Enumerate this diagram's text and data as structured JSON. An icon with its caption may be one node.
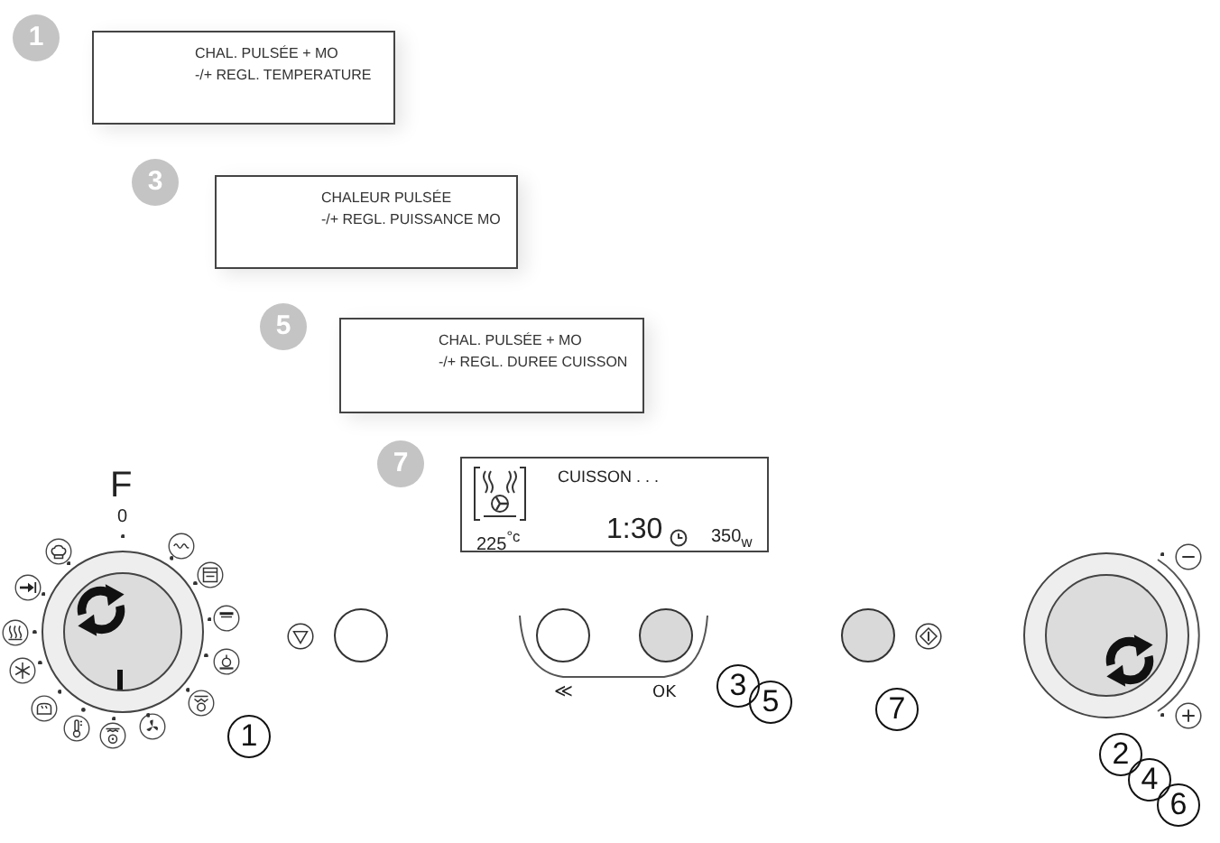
{
  "diagram": {
    "nodes": [
      {
        "text": [
          "1"
        ]
      },
      {
        "text": [
          "CHAL. PULSÉE + MO",
          "-/+ REGL. TEMPERATURE"
        ]
      },
      {
        "text": [
          "3"
        ]
      },
      {
        "text": [
          "CHALEUR PULSÉE",
          "-/+ REGL. PUISSANCE MO"
        ]
      },
      {
        "text": [
          "5"
        ]
      },
      {
        "text": [
          "CHAL. PULSÉE + MO",
          "-/+ REGL. DUREE CUISSON"
        ]
      },
      {
        "text": [
          "7"
        ]
      },
      {
        "text": [
          "CUISSON . . .",
          "225$^{°c}$",
          "1:30",
          "350$_{w}$"
        ]
      },
      {
        "text": [],
        "shape": "circle"
      },
      {
        "text": [],
        "shape": "circle"
      },
      {
        "text": [],
        "shape": "circle"
      },
      {
        "text": [],
        "shape": "circle"
      },
      {
        "text": [],
        "shape": "circle"
      },
      {
        "text": [],
        "shape": "circle"
      },
      {
        "text": [
          "1"
        ]
      },
      {
        "text": [
          "3"
        ]
      },
      {
        "text": [
          "5"
        ]
      },
      {
        "text": [
          "7"
        ]
      },
      {
        "text": [
          "2"
        ]
      },
      {
        "text": [
          "4"
        ]
      },
      {
        "text": [
          "6"
        ]
      }
    ],
    "labels": [
      "F",
      "0",
      "≪",
      "OK"
    ]
  }
}
